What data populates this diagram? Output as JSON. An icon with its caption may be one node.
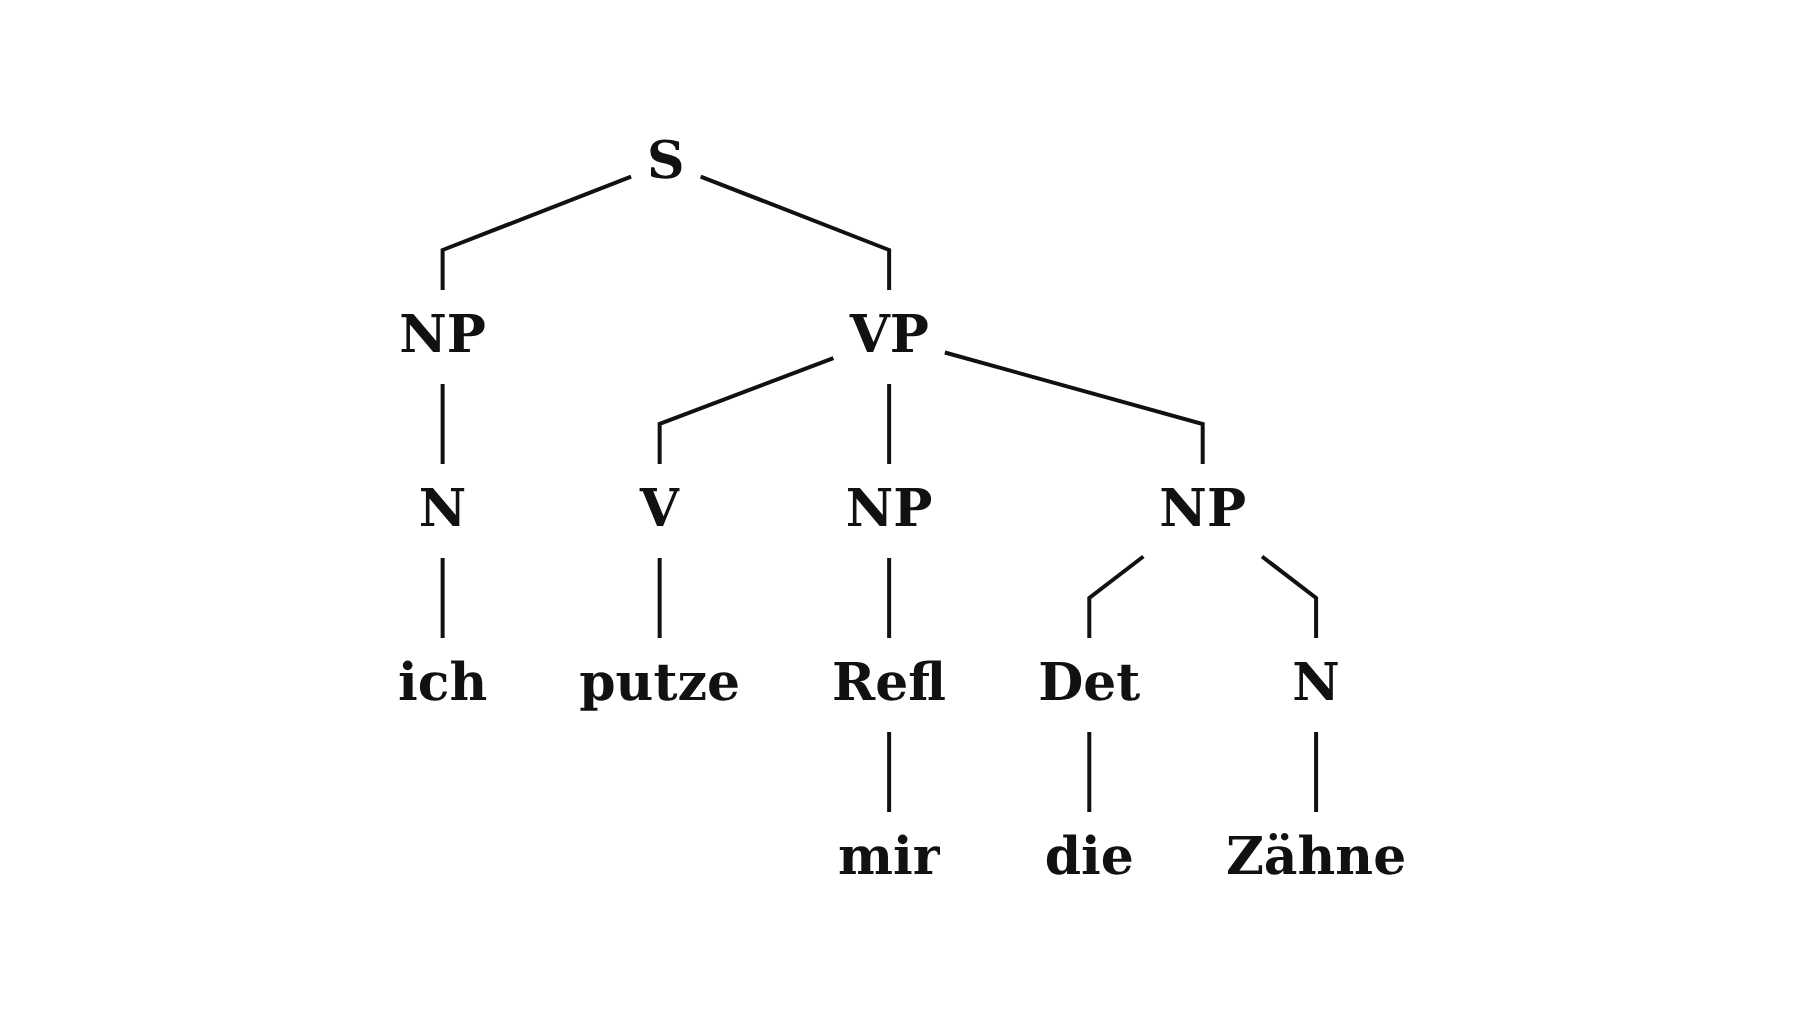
{
  "diagram": {
    "nodes": [
      {
        "text": [
          "S"
        ]
      },
      {
        "text": [
          "NP"
        ]
      },
      {
        "text": [
          "VP"
        ]
      },
      {
        "text": [
          "N"
        ]
      },
      {
        "text": [
          "V"
        ]
      },
      {
        "text": [
          "NP"
        ]
      },
      {
        "text": [
          "NP"
        ]
      },
      {
        "text": [
          "ich"
        ]
      },
      {
        "text": [
          "putze"
        ]
      },
      {
        "text": [
          "Refl"
        ]
      },
      {
        "text": [
          "Det"
        ]
      },
      {
        "text": [
          "N"
        ]
      },
      {
        "text": [
          "mir"
        ]
      },
      {
        "text": [
          "die"
        ]
      },
      {
        "text": [
          "Zähne"
        ]
      }
    ],
    "edges": [
      {
        "from": 0,
        "to": 1,
        "arrow": "none"
      },
      {
        "from": 0,
        "to": 2,
        "arrow": "none"
      },
      {
        "from": 1,
        "to": 3,
        "arrow": "none"
      },
      {
        "from": 2,
        "to": 4,
        "arrow": "none"
      },
      {
        "from": 2,
        "to": 5,
        "arrow": "none"
      },
      {
        "from": 2,
        "to": 6,
        "arrow": "none"
      },
      {
        "from": 3,
        "to": 7,
        "arrow": "none"
      },
      {
        "from": 4,
        "to": 8,
        "arrow": "none"
      },
      {
        "from": 5,
        "to": 9,
        "arrow": "none"
      },
      {
        "from": 6,
        "to": 10,
        "arrow": "none"
      },
      {
        "from": 6,
        "to": 11,
        "arrow": "none"
      },
      {
        "from": 9,
        "to": 12,
        "arrow": "none"
      },
      {
        "from": 10,
        "to": 13,
        "arrow": "none"
      },
      {
        "from": 11,
        "to": 14,
        "arrow": "none"
      }
    ]
  }
}
